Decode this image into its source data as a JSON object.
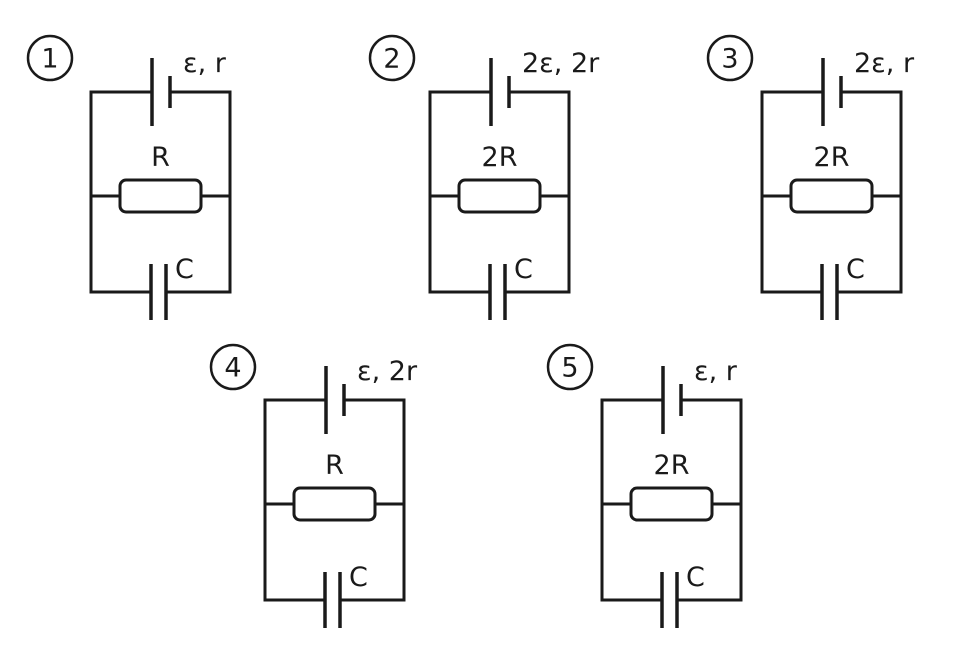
{
  "circuits": [
    {
      "number": "1",
      "battery_label": "ε, r",
      "resistor_label": "R",
      "capacitor_label": "C"
    },
    {
      "number": "2",
      "battery_label": "2ε, 2r",
      "resistor_label": "2R",
      "capacitor_label": "C"
    },
    {
      "number": "3",
      "battery_label": "2ε, r",
      "resistor_label": "2R",
      "capacitor_label": "C"
    },
    {
      "number": "4",
      "battery_label": "ε, 2r",
      "resistor_label": "R",
      "capacitor_label": "C"
    },
    {
      "number": "5",
      "battery_label": "ε, r",
      "resistor_label": "2R",
      "capacitor_label": "C"
    }
  ],
  "colors": {
    "ink": "#1a1a1a",
    "background": "#ffffff"
  }
}
